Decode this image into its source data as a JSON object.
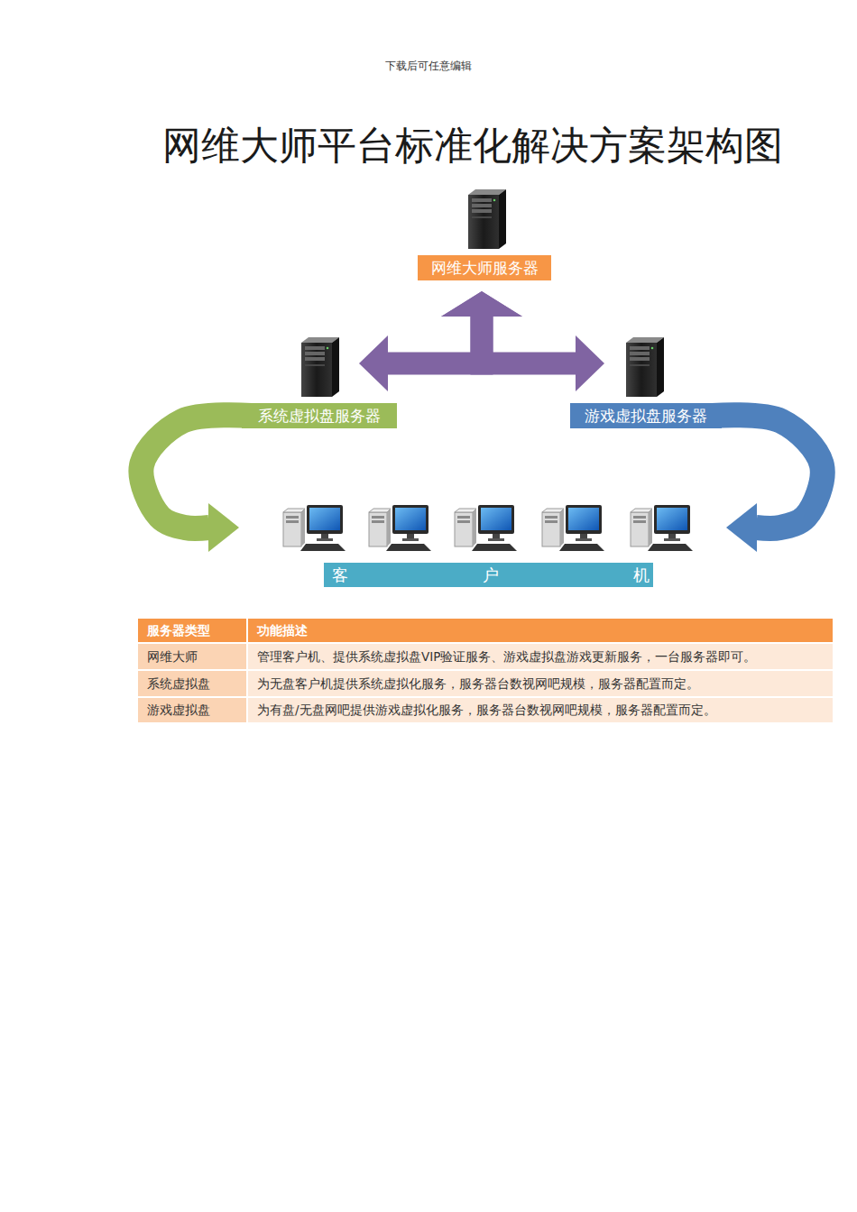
{
  "diagram": {
    "title": "网维大师平台标准化解决方案架构图",
    "nodes": [
      {
        "text": [
          "网维大师服务器"
        ]
      },
      {
        "text": [
          "系统虚拟盘服务器"
        ]
      },
      {
        "text": [
          "游戏虚拟盘服务器"
        ]
      },
      {
        "text": [
          "客户机"
        ]
      }
    ],
    "edges": [
      {
        "from": 0,
        "to": 1,
        "arrow": "both"
      },
      {
        "from": 0,
        "to": 2,
        "arrow": "both"
      },
      {
        "from": 1,
        "to": 3,
        "arrow": "to"
      },
      {
        "from": 2,
        "to": 3,
        "arrow": "to"
      }
    ],
    "labels": [
      "下载后可任意编辑",
      "服务器类型",
      "功能描述",
      "网维大师",
      "管理客户机、提供系统虚拟盘VIP验证服务、游戏虚拟盘游戏更新服务，一台服务器即可。",
      "系统虚拟盘",
      "为无盘客户机提供系统虚拟化服务，服务器台数视网吧规模，服务器配置而定。",
      "游戏虚拟盘",
      "为有盘/无盘网吧提供游戏虚拟化服务，服务器台数视网吧规模，服务器配置而定。"
    ]
  }
}
